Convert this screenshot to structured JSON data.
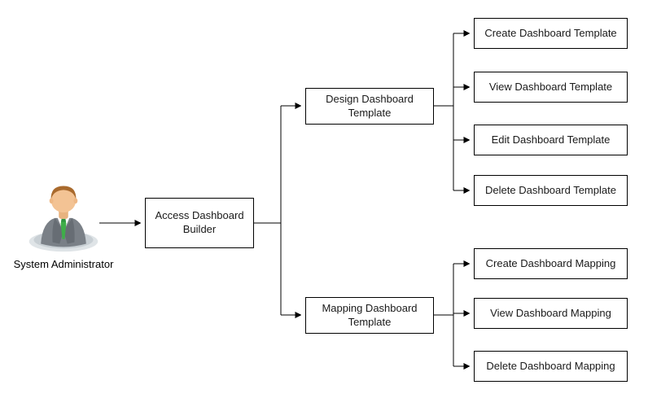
{
  "diagram": {
    "title": "Dashboard Builder workflow diagram",
    "actor": {
      "label": "System Administrator",
      "icon": "administrator-person-icon"
    },
    "root": {
      "label": "Access Dashboard Builder"
    },
    "branches": [
      {
        "label": "Design Dashboard Template",
        "children": [
          "Create Dashboard Template",
          "View Dashboard Template",
          "Edit Dashboard Template",
          "Delete Dashboard Template"
        ]
      },
      {
        "label": "Mapping Dashboard Template",
        "children": [
          "Create Dashboard Mapping",
          "View Dashboard Mapping",
          "Delete Dashboard Mapping"
        ]
      }
    ],
    "colors": {
      "box_border": "#000000",
      "box_fill": "#ffffff",
      "line": "#000000",
      "text": "#1a1a1a",
      "tie_green": "#3fae49",
      "suit_gray": "#7a8087",
      "skin": "#f3c394",
      "hair": "#a96a2d"
    }
  }
}
